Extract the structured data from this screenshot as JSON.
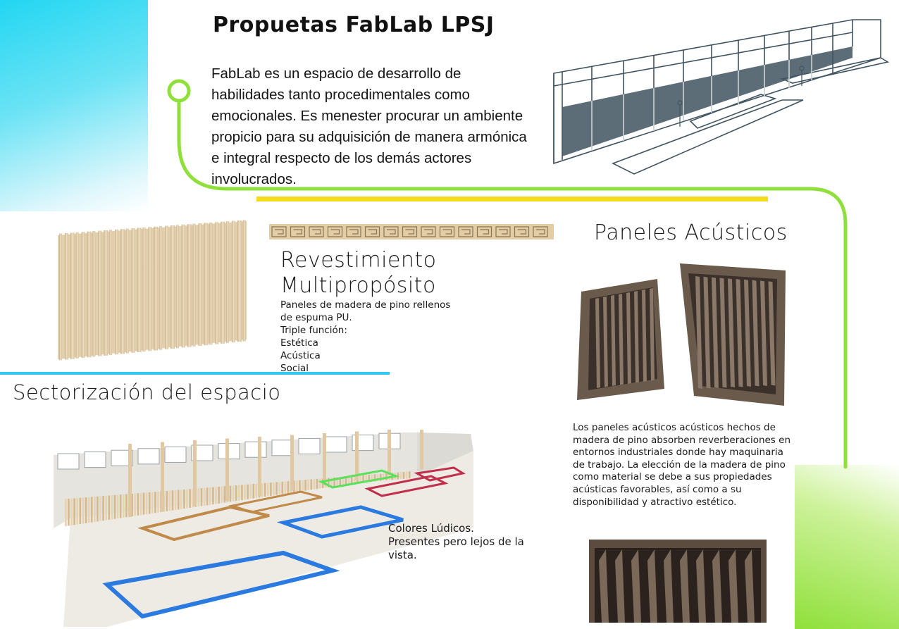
{
  "header": {
    "title": "Propuetas FabLab LPSJ"
  },
  "intro": {
    "text": "FabLab es un espacio de desarrollo de habilidades tanto procedimentales como emocionales. Es menester procurar un ambiente propicio para su adquisición de manera armónica e integral respecto de los demás actores involucrados."
  },
  "revestimiento": {
    "title_line1": "Revestimiento",
    "title_line2": "Multipropósito",
    "desc_line1": "Paneles de madera de pino  rellenos",
    "desc_line2": "de espuma PU.",
    "desc_line3": "Triple función:",
    "items": [
      "Estética",
      "Acústica",
      "Social"
    ]
  },
  "paneles": {
    "title": "Paneles Acústicos",
    "desc": "Los paneles acústicos acústicos hechos de madera de pino absorben reverberaciones en entornos industriales donde hay maquinaria de trabajo. La elección de la madera de pino como material se debe a sus propiedades acústicas favorables, así como a su disponibilidad y atractivo estético."
  },
  "sectorizacion": {
    "title": "Sectorización del espacio",
    "caption_line1": "Colores Lúdicos.",
    "caption_line2": "Presentes pero lejos de la",
    "caption_line3": "vista."
  },
  "colors": {
    "accent_cyan": "#33c8ef",
    "accent_green": "#8fe03a",
    "accent_yellow": "#f3da1f",
    "wood": "#e8d5b5",
    "dark_wood": "#5a4a3e"
  }
}
